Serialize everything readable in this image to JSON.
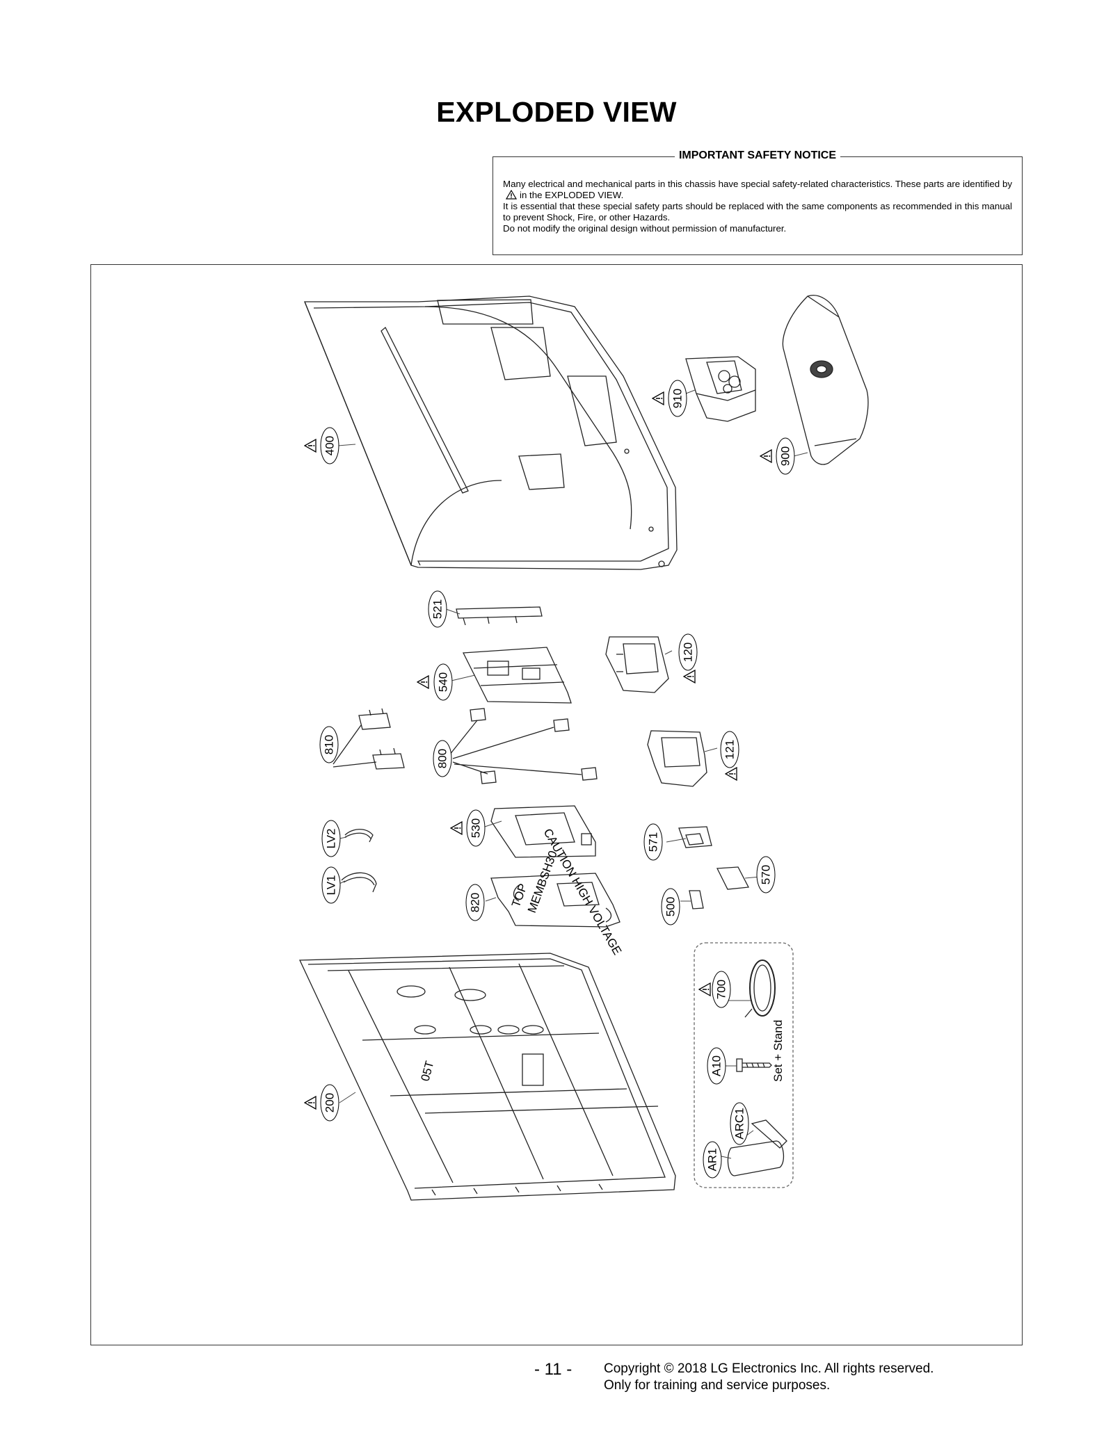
{
  "page": {
    "title": "EXPLODED VIEW",
    "page_number": "- 11 -",
    "copyright": [
      "Copyright © 2018 LG Electronics Inc. All rights reserved.",
      "Only for training and service purposes."
    ]
  },
  "notice": {
    "title": "IMPORTANT SAFETY NOTICE",
    "line1_a": "Many electrical and mechanical parts in this chassis have special safety-related characteristics. These parts are identified by",
    "line1_b": "in the EXPLODED VIEW.",
    "line2": "It is essential that these special safety parts should be replaced with the same components as recommended in this manual to prevent Shock, Fire, or other Hazards.",
    "line3": "Do not modify the original design without permission of manufacturer."
  },
  "parts": [
    {
      "id": "400",
      "safety": true
    },
    {
      "id": "910",
      "safety": true
    },
    {
      "id": "900",
      "safety": true
    },
    {
      "id": "521",
      "safety": false
    },
    {
      "id": "540",
      "safety": true
    },
    {
      "id": "120",
      "safety": true
    },
    {
      "id": "810",
      "safety": false
    },
    {
      "id": "800",
      "safety": false
    },
    {
      "id": "121",
      "safety": true
    },
    {
      "id": "530",
      "safety": true
    },
    {
      "id": "571",
      "safety": false
    },
    {
      "id": "LV2",
      "safety": false
    },
    {
      "id": "570",
      "safety": false
    },
    {
      "id": "LV1",
      "safety": false
    },
    {
      "id": "820",
      "safety": false
    },
    {
      "id": "500",
      "safety": false
    },
    {
      "id": "700",
      "safety": true
    },
    {
      "id": "A10",
      "safety": false
    },
    {
      "id": "200",
      "safety": true
    },
    {
      "id": "ARC1",
      "safety": false
    },
    {
      "id": "AR1",
      "safety": false
    }
  ],
  "accessory_box_label": "Set + Stand",
  "panel_texts": {
    "board_530": "CAUTION HIGH VOLTAGE",
    "sheet_820_a": "TOP",
    "sheet_820_b": "MEMBSH30",
    "panel_200": "05T"
  }
}
